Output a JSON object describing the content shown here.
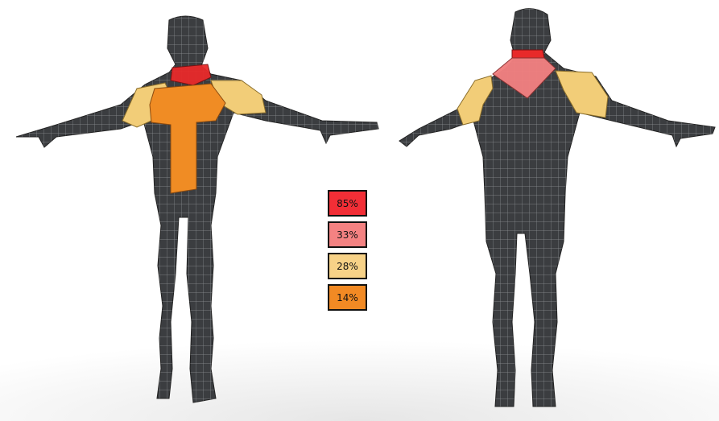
{
  "colors": {
    "background": "#ffffff",
    "mesh_fill": "#3b3d40",
    "mesh_wire": "#8a8d91",
    "neck": "#e82a2a",
    "upper_back": "#f08080",
    "shoulders": "#f2cd78",
    "chest_torso": "#f08c24"
  },
  "legend": [
    {
      "label": "85%",
      "color": "#f22e36",
      "region": "neck"
    },
    {
      "label": "33%",
      "color": "#f48282",
      "region": "upper_back"
    },
    {
      "label": "28%",
      "color": "#f7d287",
      "region": "shoulders"
    },
    {
      "label": "14%",
      "color": "#f28a24",
      "region": "chest_torso"
    }
  ]
}
